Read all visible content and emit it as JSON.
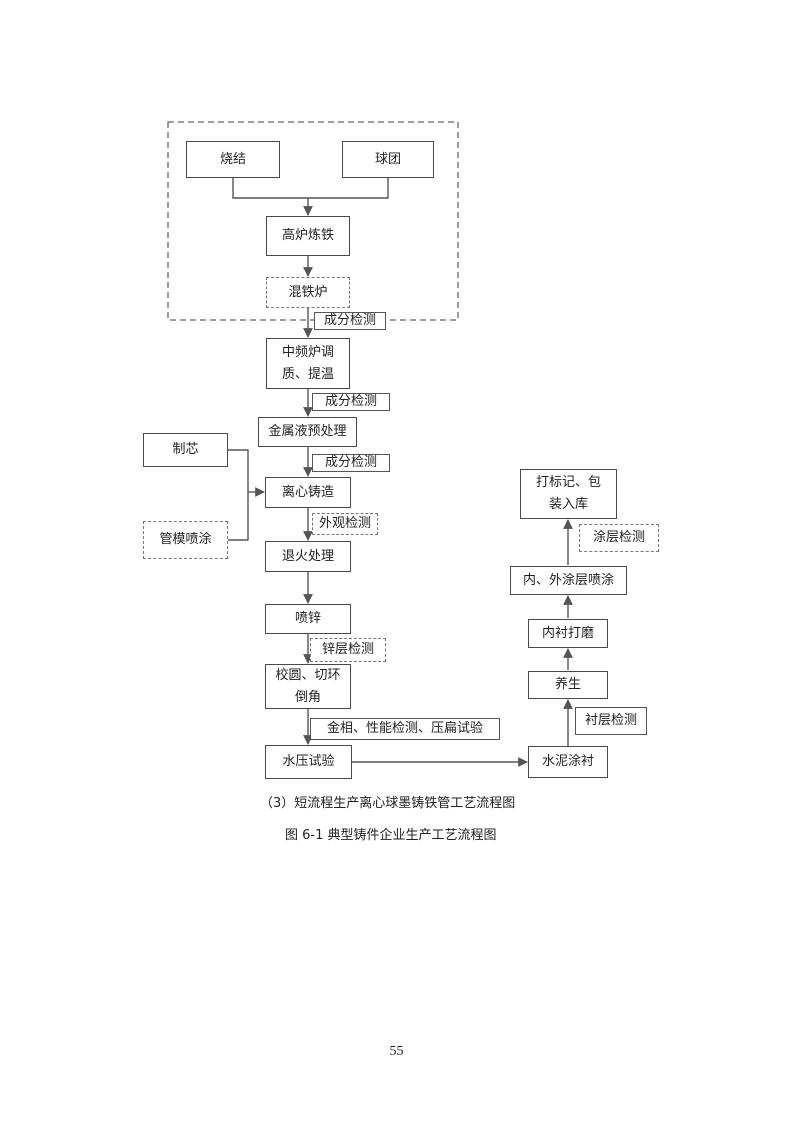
{
  "nodes": {
    "sintering": "烧结",
    "pellet": "球团",
    "blast_furnace": "高炉炼铁",
    "mixer": "混铁炉",
    "mf_furnace": "中频炉调\n质、提温",
    "pretreatment": "金属液预处理",
    "core_making": "制芯",
    "mold_coating": "管模喷涂",
    "centrifugal_casting": "离心铸造",
    "annealing": "退火处理",
    "zinc_spray": "喷锌",
    "rounding": "校圆、切环\n倒角",
    "hydro_test": "水压试验",
    "cement_lining": "水泥涂衬",
    "curing": "养生",
    "lining_grinding": "内衬打磨",
    "coating": "内、外涂层喷涂",
    "marking": "打标记、包\n装入库"
  },
  "checks": {
    "composition_1": "成分检测",
    "composition_2": "成分检测",
    "composition_3": "成分检测",
    "appearance": "外观检测",
    "zinc_layer": "锌层检测",
    "metallography": "金相、性能检测、压扁试验",
    "lining_check": "衬层检测",
    "coating_check": "涂层检测"
  },
  "captions": {
    "subfigure": "（3）短流程生产离心球墨铸铁管工艺流程图",
    "figure": "图 6-1  典型铸件企业生产工艺流程图"
  },
  "page_number": "55",
  "colors": {
    "line": "#555555",
    "border": "#4a4a4a",
    "dashed_border": "#777777"
  }
}
